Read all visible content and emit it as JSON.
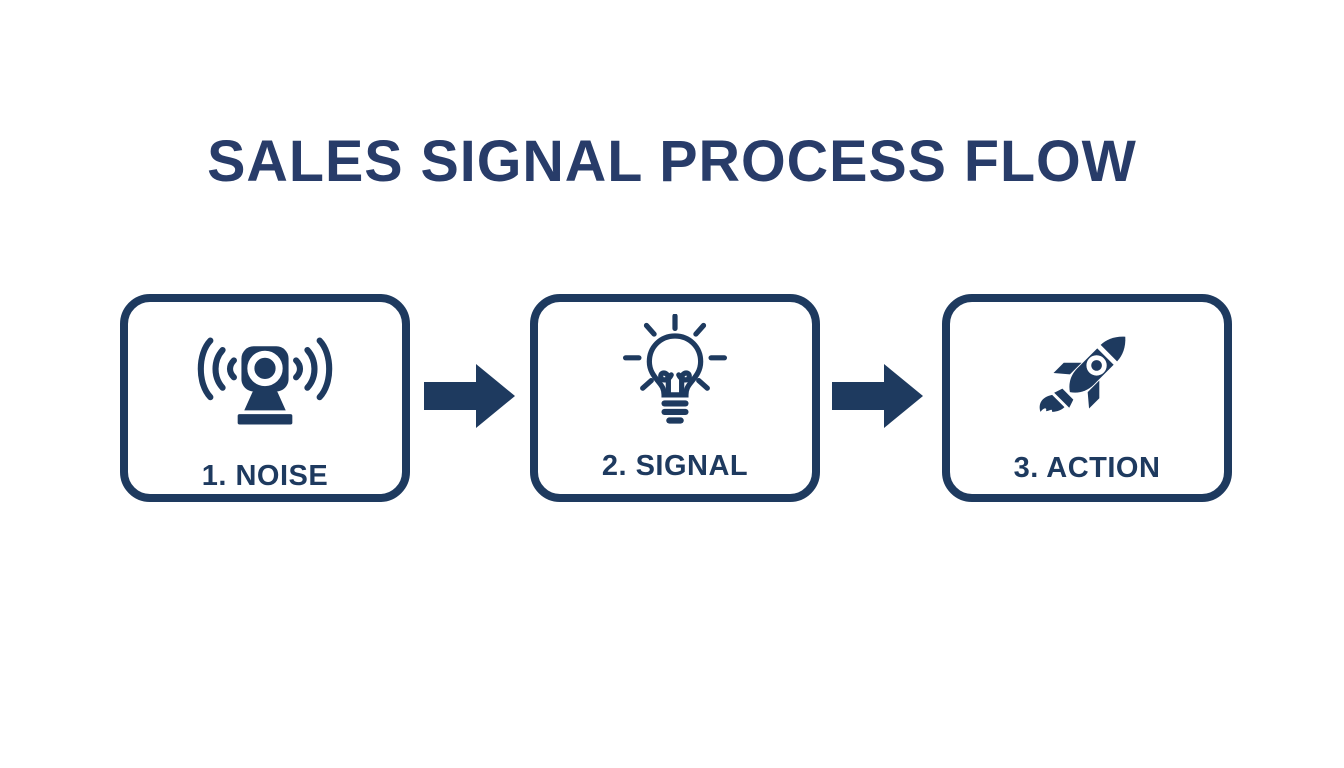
{
  "title": "SALES SIGNAL PROCESS FLOW",
  "colors": {
    "navy": "#1e3a5f",
    "titleNavy": "#283c69",
    "background": "#ffffff"
  },
  "steps": [
    {
      "label": "1. NOISE",
      "icon": "alarm-speaker-icon"
    },
    {
      "label": "2. SIGNAL",
      "icon": "lightbulb-icon"
    },
    {
      "label": "3. ACTION",
      "icon": "rocket-icon"
    }
  ],
  "connectors": [
    {
      "icon": "arrow-right-icon"
    },
    {
      "icon": "arrow-right-icon"
    }
  ]
}
